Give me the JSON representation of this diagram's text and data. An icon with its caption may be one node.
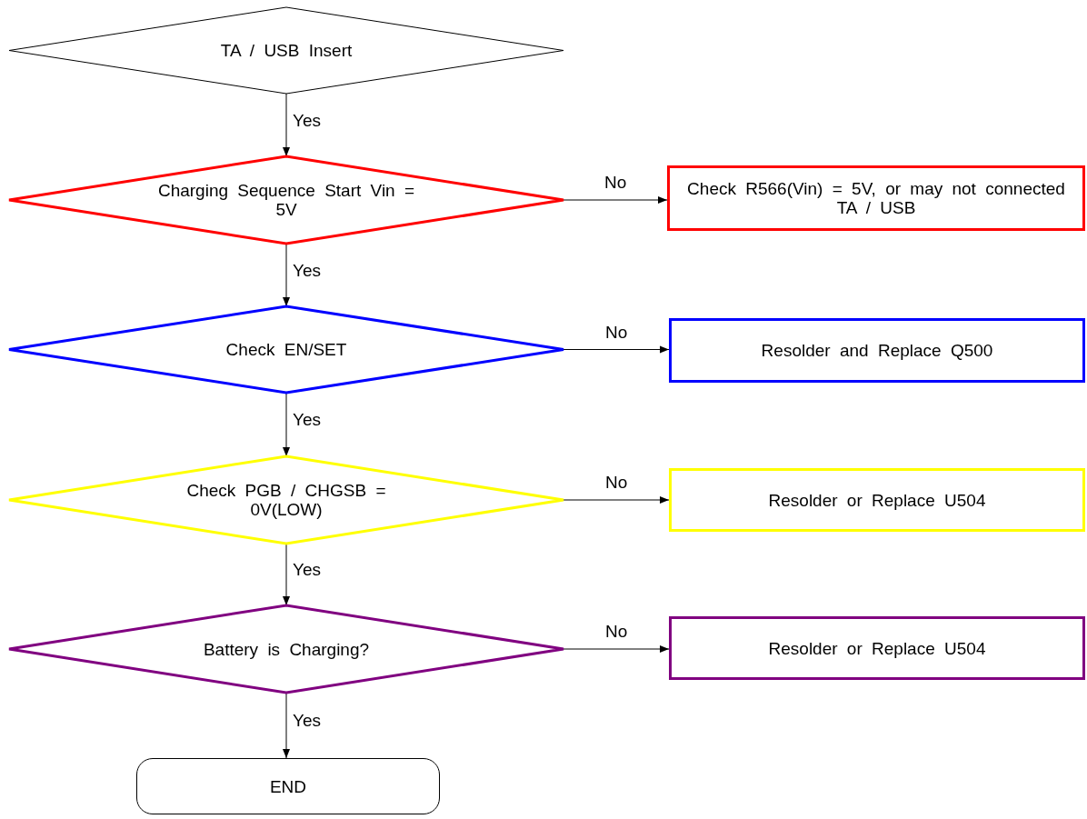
{
  "diagram": {
    "nodes": [
      {
        "text": [
          "TA / USB Insert"
        ]
      },
      {
        "text": [
          "Charging Sequence Start Vin = 5V"
        ]
      },
      {
        "text": [
          "Check R566(Vin) = 5V, or may not connected TA / USB"
        ]
      },
      {
        "text": [
          "Check EN/SET"
        ]
      },
      {
        "text": [
          "Resolder and Replace Q500"
        ]
      },
      {
        "text": [
          "Check PGB / CHGSB = 0V(LOW)"
        ]
      },
      {
        "text": [
          "Resolder or Replace U504"
        ]
      },
      {
        "text": [
          "Battery is Charging?"
        ]
      },
      {
        "text": [
          "Resolder or Replace U504"
        ]
      },
      {
        "text": [
          "END"
        ]
      }
    ],
    "edges": [
      {
        "from": 0,
        "to": 1,
        "arrow": "to",
        "label": "Yes"
      },
      {
        "from": 1,
        "to": 2,
        "arrow": "to",
        "label": "No"
      },
      {
        "from": 1,
        "to": 3,
        "arrow": "to",
        "label": "Yes"
      },
      {
        "from": 3,
        "to": 4,
        "arrow": "to",
        "label": "No"
      },
      {
        "from": 3,
        "to": 5,
        "arrow": "to",
        "label": "Yes"
      },
      {
        "from": 5,
        "to": 6,
        "arrow": "to",
        "label": "No"
      },
      {
        "from": 5,
        "to": 7,
        "arrow": "to",
        "label": "Yes"
      },
      {
        "from": 7,
        "to": 8,
        "arrow": "to",
        "label": "No"
      },
      {
        "from": 7,
        "to": 9,
        "arrow": "to",
        "label": "Yes"
      }
    ]
  }
}
